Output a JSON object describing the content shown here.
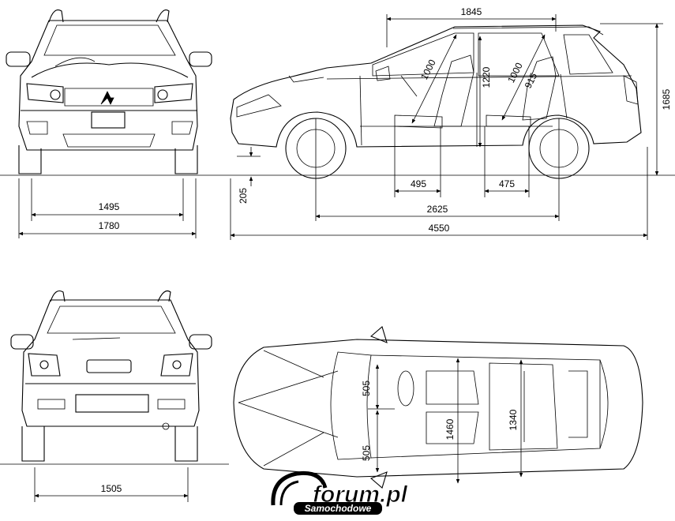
{
  "dimensions": {
    "front_track": "1495",
    "overall_width": "1780",
    "rear_track": "1505",
    "roof_opening": "1845",
    "overall_height": "1685",
    "ground_clearance": "205",
    "wheelbase": "2625",
    "overall_length": "4550",
    "front_legroom": "495",
    "rear_legroom": "475",
    "front_headroom": "1000",
    "rear_headroom": "1000",
    "interior_height": "1220",
    "rear_seat_height": "915",
    "front_seat_width": "505",
    "rear_seat_width": "505",
    "front_shoulder_width": "1460",
    "rear_shoulder_width": "1340"
  },
  "watermark": {
    "brand": "forum.pl",
    "tagline": "Samochodowe"
  },
  "colors": {
    "line": "#000000",
    "background": "#ffffff",
    "watermark_fill": "#000000",
    "watermark_text": "#ffffff"
  }
}
